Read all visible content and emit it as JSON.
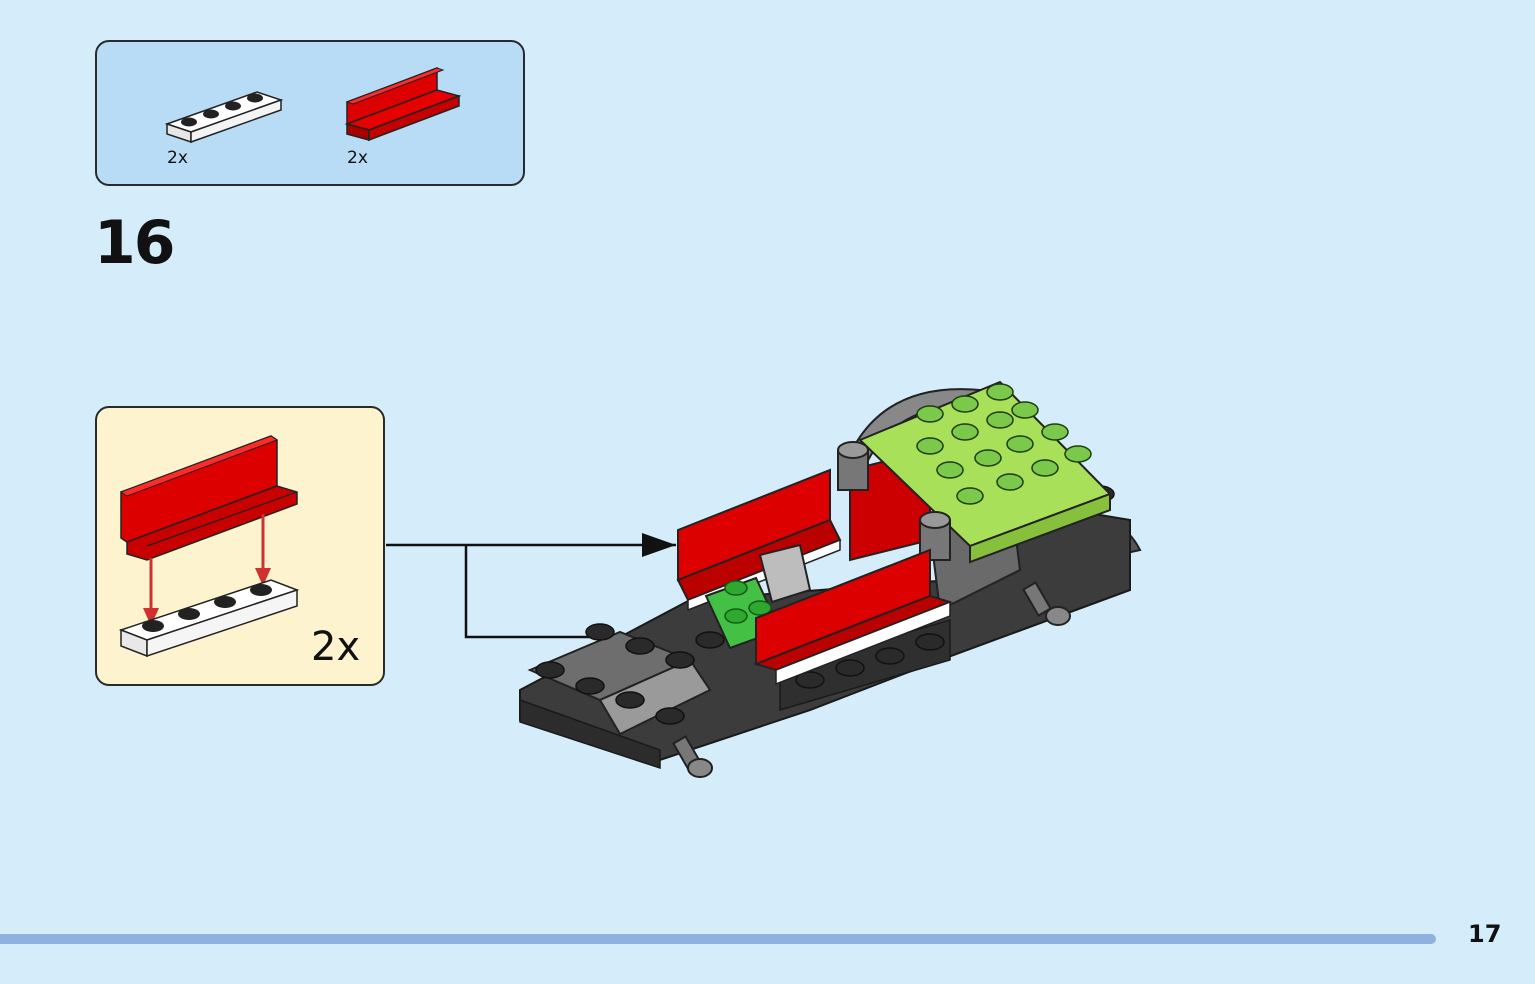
{
  "parts_list": {
    "items": [
      {
        "name": "white-plate-1x4",
        "color": "#ffffff",
        "quantity": "2x"
      },
      {
        "name": "red-panel-1x4",
        "color": "#dd0000",
        "quantity": "2x"
      }
    ]
  },
  "step": {
    "number": "16"
  },
  "sub_assembly": {
    "quantity": "2x"
  },
  "colors": {
    "background": "#d5ecfb",
    "parts_box": "#b9dcf6",
    "sub_box": "#fdf3cf",
    "red": "#dd0000",
    "lime": "#a8e05a",
    "dark_gray": "#3c3c3c",
    "progress": "#8fb1e0"
  },
  "page": {
    "number": "17"
  }
}
